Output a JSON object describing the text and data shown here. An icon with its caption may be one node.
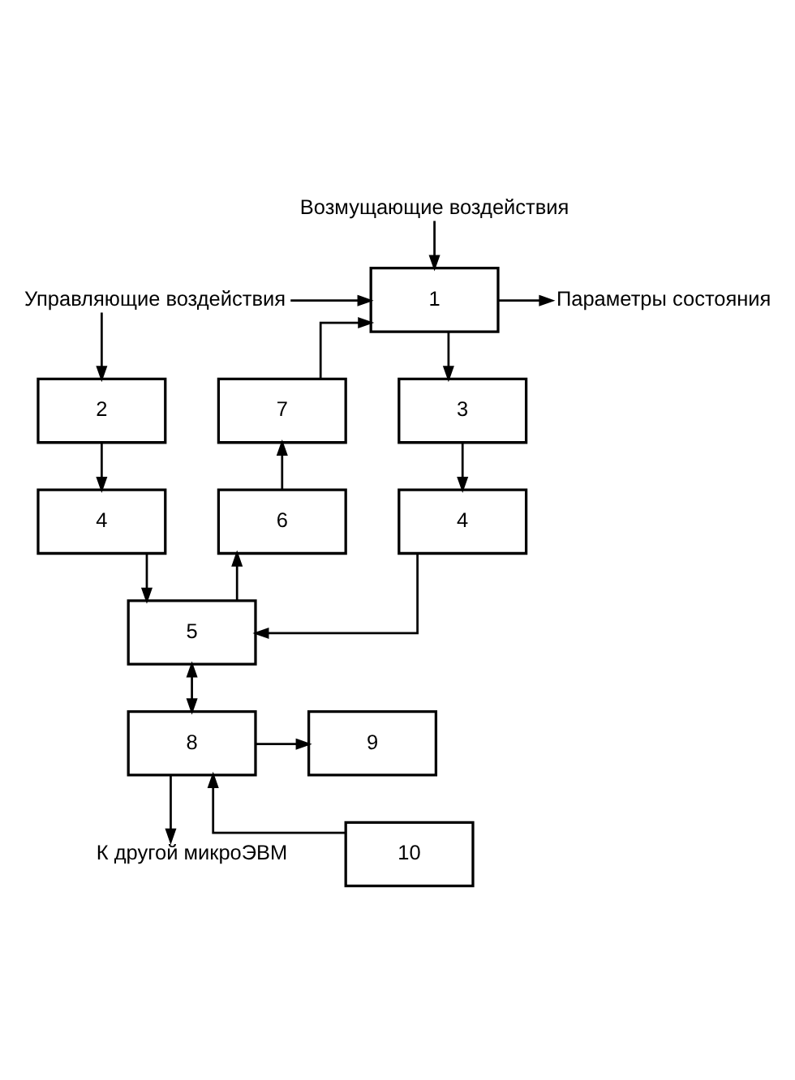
{
  "diagram": {
    "nodes": [
      {
        "text": [
          "Возмущающие воздействия"
        ]
      },
      {
        "text": [
          "Управляющие воздействия"
        ]
      },
      {
        "text": [
          "Параметры состояния"
        ]
      },
      {
        "text": [
          "1"
        ]
      },
      {
        "text": [
          "2"
        ]
      },
      {
        "text": [
          "7"
        ]
      },
      {
        "text": [
          "3"
        ]
      },
      {
        "text": [
          "4"
        ]
      },
      {
        "text": [
          "6"
        ]
      },
      {
        "text": [
          "4"
        ]
      },
      {
        "text": [
          "5"
        ]
      },
      {
        "text": [
          "9"
        ]
      },
      {
        "text": [
          "8"
        ]
      },
      {
        "text": [
          "10"
        ]
      },
      {
        "text": [
          "К другой микроЭВМ"
        ]
      }
    ],
    "edges": [
      {
        "from": 1,
        "to": 3,
        "arrow": "to"
      },
      {
        "from": 1,
        "to": 4,
        "arrow": "to"
      },
      {
        "from": 0,
        "to": 3,
        "arrow": "to"
      },
      {
        "from": 3,
        "to": 2,
        "arrow": "to"
      },
      {
        "from": 3,
        "to": 6,
        "arrow": "to"
      },
      {
        "from": 4,
        "to": 7,
        "arrow": "to"
      },
      {
        "from": 7,
        "to": 10,
        "arrow": "to"
      },
      {
        "from": 6,
        "to": 9,
        "arrow": "to"
      },
      {
        "from": 9,
        "to": 10,
        "arrow": "to"
      },
      {
        "from": 10,
        "to": 8,
        "arrow": "to"
      },
      {
        "from": 8,
        "to": 5,
        "arrow": "to"
      },
      {
        "from": 5,
        "to": 3,
        "arrow": "to"
      },
      {
        "from": 10,
        "to": 12,
        "arrow": "both"
      },
      {
        "from": 12,
        "to": 11,
        "arrow": "to"
      },
      {
        "from": 13,
        "to": 12,
        "arrow": "to"
      },
      {
        "from": 12,
        "to": 14,
        "arrow": "to"
      }
    ]
  }
}
